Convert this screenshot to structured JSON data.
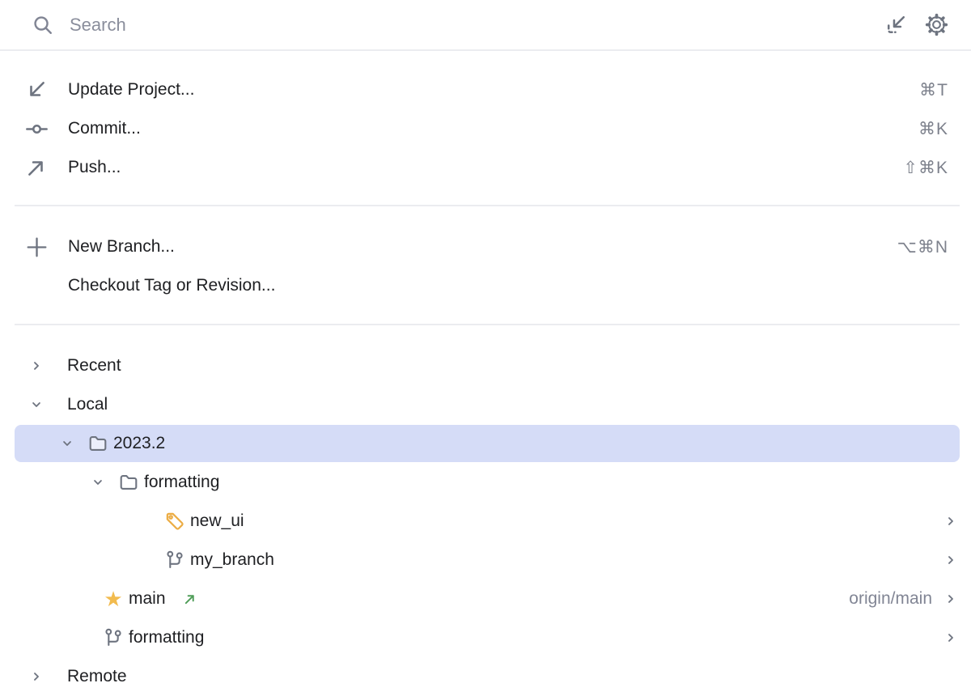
{
  "search": {
    "placeholder": "Search"
  },
  "toolbar": {
    "dock_icon": "open-in-tool-window",
    "settings_icon": "settings"
  },
  "git_actions": [
    {
      "icon": "arrow-down-left",
      "label": "Update Project...",
      "shortcut": "⌘T"
    },
    {
      "icon": "commit",
      "label": "Commit...",
      "shortcut": "⌘K"
    },
    {
      "icon": "arrow-up-right",
      "label": "Push...",
      "shortcut": "⇧⌘K"
    }
  ],
  "branch_actions": [
    {
      "icon": "plus",
      "label": "New Branch...",
      "shortcut": "⌥⌘N"
    },
    {
      "icon": "",
      "label": "Checkout Tag or Revision...",
      "shortcut": ""
    }
  ],
  "tree": {
    "rows": [
      {
        "label": "Recent",
        "type": "group",
        "state": "collapsed"
      },
      {
        "label": "Local",
        "type": "group",
        "state": "expanded"
      },
      {
        "label": "2023.2",
        "type": "folder",
        "state": "expanded",
        "selected": true
      },
      {
        "label": "formatting",
        "type": "folder",
        "state": "expanded"
      },
      {
        "label": "new_ui",
        "type": "tag"
      },
      {
        "label": "my_branch",
        "type": "branch"
      },
      {
        "label": "main",
        "type": "favorite-branch",
        "outgoing": true,
        "tracking": "origin/main"
      },
      {
        "label": "formatting",
        "type": "branch"
      },
      {
        "label": "Remote",
        "type": "group",
        "state": "collapsed"
      }
    ]
  },
  "colors": {
    "selection": "#D5DCF7",
    "tag_amber": "#ECAD45",
    "star_yellow": "#F2BB4E",
    "outgoing_green": "#4F9D58",
    "icon_gray": "#6E7480",
    "text": "#1E1F22",
    "secondary": "#818594",
    "separator": "#EBECF0"
  }
}
